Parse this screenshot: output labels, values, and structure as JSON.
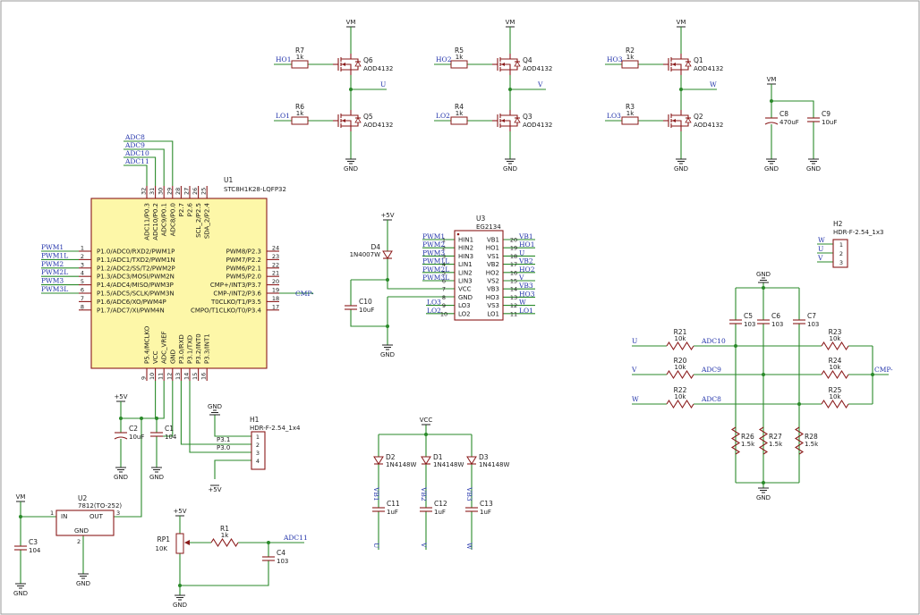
{
  "mosfets": [
    {
      "ref": "Q6",
      "value": "AOD4132"
    },
    {
      "ref": "Q5",
      "value": "AOD4132"
    },
    {
      "ref": "Q4",
      "value": "AOD4132"
    },
    {
      "ref": "Q3",
      "value": "AOD4132"
    },
    {
      "ref": "Q1",
      "value": "AOD4132"
    },
    {
      "ref": "Q2",
      "value": "AOD4132"
    }
  ],
  "resistors": [
    {
      "ref": "R7",
      "value": "1k"
    },
    {
      "ref": "R6",
      "value": "1k"
    },
    {
      "ref": "R5",
      "value": "1k"
    },
    {
      "ref": "R4",
      "value": "1k"
    },
    {
      "ref": "R2",
      "value": "1k"
    },
    {
      "ref": "R3",
      "value": "1k"
    },
    {
      "ref": "R1",
      "value": "1k"
    },
    {
      "ref": "R21",
      "value": "10k"
    },
    {
      "ref": "R20",
      "value": "10k"
    },
    {
      "ref": "R22",
      "value": "10k"
    },
    {
      "ref": "R23",
      "value": "10k"
    },
    {
      "ref": "R24",
      "value": "10k"
    },
    {
      "ref": "R25",
      "value": "10k"
    },
    {
      "ref": "R26",
      "value": "1.5k"
    },
    {
      "ref": "R27",
      "value": "1.5k"
    },
    {
      "ref": "R28",
      "value": "1.5k"
    }
  ],
  "caps": [
    {
      "ref": "C8",
      "value": "470uF"
    },
    {
      "ref": "C9",
      "value": "10uF"
    },
    {
      "ref": "C10",
      "value": "10uF"
    },
    {
      "ref": "C2",
      "value": "10uF"
    },
    {
      "ref": "C1",
      "value": "104"
    },
    {
      "ref": "C3",
      "value": "104"
    },
    {
      "ref": "C4",
      "value": "103"
    },
    {
      "ref": "C5",
      "value": "103"
    },
    {
      "ref": "C6",
      "value": "103"
    },
    {
      "ref": "C7",
      "value": "103"
    },
    {
      "ref": "C11",
      "value": "1uF"
    },
    {
      "ref": "C12",
      "value": "1uF"
    },
    {
      "ref": "C13",
      "value": "1uF"
    }
  ],
  "diodes": [
    {
      "ref": "D4",
      "value": "1N4007W"
    },
    {
      "ref": "D2",
      "value": "1N4148W"
    },
    {
      "ref": "D1",
      "value": "1N4148W"
    },
    {
      "ref": "D3",
      "value": "1N4148W"
    }
  ],
  "rp1": {
    "ref": "RP1",
    "value": "10K"
  },
  "u1": {
    "ref": "U1",
    "value": "STC8H1K28-LQFP32",
    "left_pins": [
      "P1.0/ADC0/RXD2/PWM1P",
      "P1.1/ADC1/TXD2/PWM1N",
      "P1.2/ADC2/SS/T2/PWM2P",
      "P1.3/ADC3/MOSI/PWM2N",
      "P1.4/ADC4/MISO/PWM3P",
      "P1.5/ADC5/SCLK/PWM3N",
      "P1.6/ADC6/XO/PWM4P",
      "P1.7/ADC7/XI/PWM4N"
    ],
    "left_nums": [
      "1",
      "2",
      "3",
      "4",
      "5",
      "6",
      "7",
      "8"
    ],
    "right_pins": [
      "PWM8/P2.3",
      "PWM7/P2.2",
      "PWM6/P2.1",
      "PWM5/P2.0",
      "CMP+/INT3/P3.7",
      "CMP-/INT2/P3.6",
      "T0CLKO/T1/P3.5",
      "CMPO/T1CLKO/T0/P3.4"
    ],
    "right_nums": [
      "24",
      "23",
      "22",
      "21",
      "20",
      "19",
      "18",
      "17"
    ],
    "top_pins": [
      "ADC11/P0.3",
      "ADC10/P0.2",
      "ADC9/P0.1",
      "ADC8/P0.0",
      "P2.7",
      "P2.6",
      "SCL_2/P2.5",
      "SDA_2/P2.4"
    ],
    "top_nums": [
      "32",
      "31",
      "30",
      "29",
      "28",
      "27",
      "26",
      "25"
    ],
    "bottom_pins": [
      "P5.4/MCLKO",
      "VCC",
      "ADC_VREF",
      "GND",
      "P3.0/RXD",
      "P3.1/TXD",
      "P3.2/INT0",
      "P3.3/INT1"
    ],
    "bottom_nums": [
      "9",
      "10",
      "11",
      "12",
      "13",
      "14",
      "15",
      "16"
    ]
  },
  "u3": {
    "ref": "U3",
    "value": "EG2134",
    "left_pins": [
      "HIN1",
      "HIN2",
      "HIN3",
      "LIN1",
      "LIN2",
      "LIN3",
      "VCC",
      "GND",
      "LO3",
      "LO2"
    ],
    "left_nums": [
      "1",
      "2",
      "3",
      "4",
      "5",
      "6",
      "7",
      "8",
      "9",
      "10"
    ],
    "right_pins": [
      "VB1",
      "HO1",
      "VS1",
      "VB2",
      "HO2",
      "VS2",
      "VB3",
      "HO3",
      "VS3",
      "LO1"
    ],
    "right_nums": [
      "20",
      "19",
      "18",
      "17",
      "16",
      "15",
      "14",
      "13",
      "12",
      "11"
    ]
  },
  "u2": {
    "ref": "U2",
    "value": "7812(TO-252)",
    "in": "IN",
    "out": "OUT",
    "gnd": "GND",
    "pin_in": "1",
    "pin_out": "3",
    "pin_gnd": "2"
  },
  "h1": {
    "ref": "H1",
    "value": "HDR-F-2.54_1x4",
    "pins": [
      "1",
      "2",
      "3",
      "4"
    ]
  },
  "h2": {
    "ref": "H2",
    "value": "HDR-F-2.54_1x3",
    "pins": [
      "1",
      "2",
      "3"
    ]
  },
  "nets": {
    "vm": "VM",
    "gnd": "GND",
    "p5v": "+5V",
    "vcc": "VCC",
    "ho1": "HO1",
    "lo1": "LO1",
    "ho2": "HO2",
    "lo2": "LO2",
    "ho3": "HO3",
    "lo3": "LO3",
    "u": "U",
    "v": "V",
    "w": "W",
    "adc8": "ADC8",
    "adc9": "ADC9",
    "adc10": "ADC10",
    "adc11": "ADC11",
    "pwm1": "PWM1",
    "pwm1l": "PWM1L",
    "pwm2": "PWM2",
    "pwm2l": "PWM2L",
    "pwm3": "PWM3",
    "pwm3l": "PWM3L",
    "cmp": "CMP-",
    "p31": "P3.1",
    "p30": "P3.0",
    "vb1": "VB1",
    "vb2": "VB2",
    "vb3": "VB3"
  }
}
